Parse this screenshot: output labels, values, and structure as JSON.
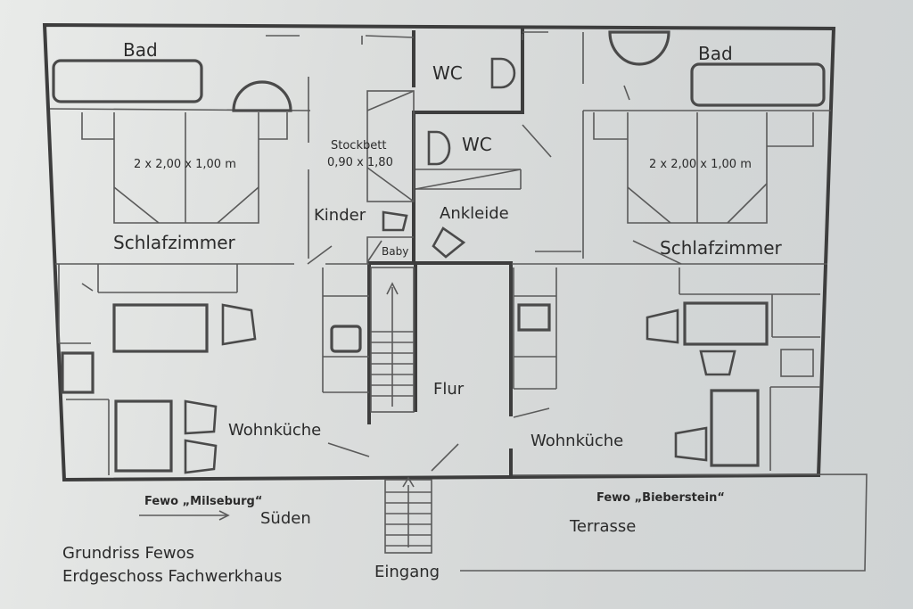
{
  "rooms": {
    "bad_left": "Bad",
    "bad_right": "Bad",
    "wc_top": "WC",
    "wc_mid": "WC",
    "stockbett_title": "Stockbett",
    "stockbett_size": "0,90 x 1,80",
    "bed_left_size": "2 x 2,00 x 1,00 m",
    "bed_right_size": "2 x 2,00 x 1,00 m",
    "kinder": "Kinder",
    "baby": "Baby",
    "ankleide": "Ankleide",
    "schlafzimmer_left": "Schlafzimmer",
    "schlafzimmer_right": "Schlafzimmer",
    "flur": "Flur",
    "wohnkueche_left": "Wohnküche",
    "wohnkueche_right": "Wohnküche"
  },
  "outside": {
    "fewo_left": "Fewo „Milseburg“",
    "fewo_right": "Fewo „Bieberstein“",
    "sueden": "Süden",
    "terrasse": "Terrasse",
    "eingang": "Eingang"
  },
  "caption": {
    "line1": "Grundriss Fewos",
    "line2": "Erdgeschoss Fachwerkhaus"
  }
}
